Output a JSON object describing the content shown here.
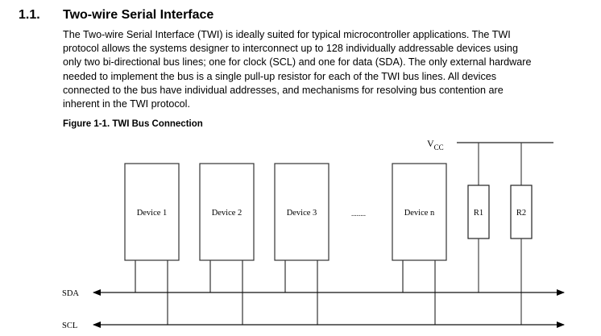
{
  "section": {
    "number": "1.1.",
    "title": "Two-wire Serial Interface",
    "paragraph_lines": [
      "The Two-wire Serial Interface (TWI) is ideally suited for typical microcontroller applications. The TWI",
      "protocol allows the systems designer to interconnect up to 128 individually addressable devices using",
      "only two bi-directional bus lines; one for clock (SCL) and one for data (SDA). The only external hardware",
      "needed to implement the bus is a single pull-up resistor for each of the TWI bus lines. All devices",
      "connected to the bus have individual addresses, and mechanisms for resolving bus contention are",
      "inherent in the TWI protocol."
    ]
  },
  "figure": {
    "caption": "Figure 1-1.  TWI Bus Connection",
    "vcc_label": "V",
    "vcc_subscript": "CC",
    "devices": [
      "Device 1",
      "Device 2",
      "Device 3",
      "Device n"
    ],
    "ellipsis": "........",
    "resistors": [
      "R1",
      "R2"
    ],
    "bus_lines": [
      "SDA",
      "SCL"
    ]
  }
}
